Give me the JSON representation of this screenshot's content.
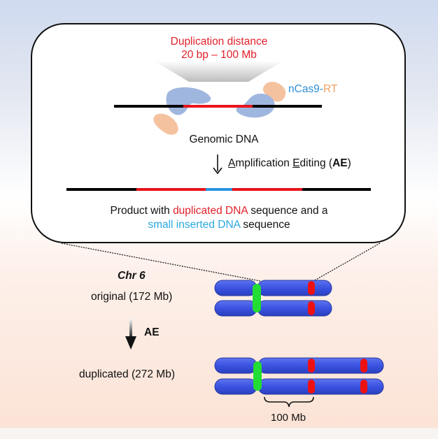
{
  "panel": {
    "duplication_title": "Duplication distance",
    "duplication_range": "20 bp – 100 Mb",
    "enzyme_label_part1": "nCas9",
    "enzyme_label_sep": "-",
    "enzyme_label_part2": "RT",
    "genomic_label": "Genomic DNA",
    "ae_label": {
      "a_letter": "A",
      "mplification": "mplification ",
      "e_letter": "E",
      "diting": "diting (",
      "abbr": "AE",
      "close": ")"
    },
    "product_text": {
      "part1": "Product with ",
      "dup": "duplicated DNA",
      "part2": " sequence and a",
      "ins": "small inserted DNA",
      "part3": " sequence"
    }
  },
  "chromosome": {
    "title": "Chr 6",
    "original_label": "original (172 Mb)",
    "arrow_label": "AE",
    "duplicated_label": "duplicated (272 Mb)",
    "span_label": "100 Mb"
  },
  "colors": {
    "chromosome": "#3a52e0",
    "centromere": "#22dd33",
    "target_band": "#ee1111",
    "dna": "#000000",
    "duplicated": "#e8141c",
    "inserted": "#2a95e0",
    "cas9": "#9fb6df",
    "rt": "#f5c2a0"
  }
}
